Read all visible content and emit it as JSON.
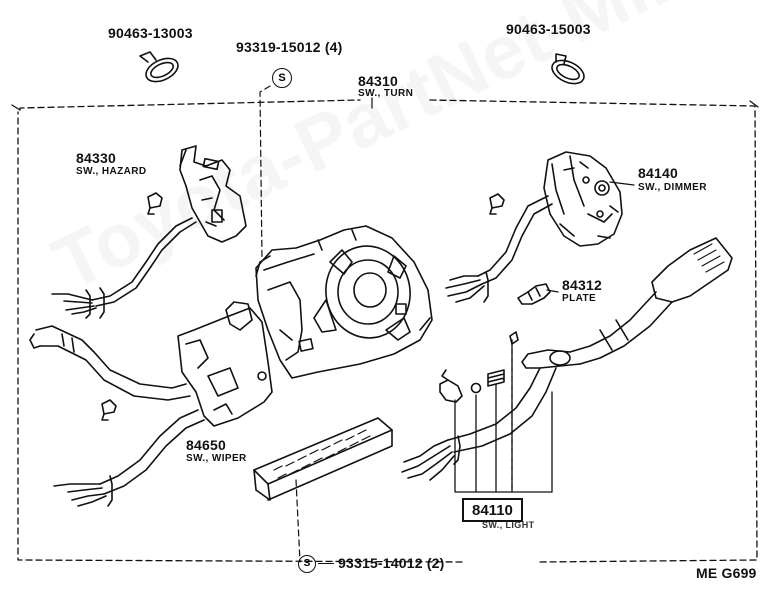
{
  "watermark": "Toyota-PartNet-Mir.ru",
  "labels": {
    "clamp_left": "90463-13003",
    "clamp_right": "90463-15003",
    "screw_top": "93319-15012 (4)",
    "screw_bottom": "93315-14012 (2)",
    "turn_num": "84310",
    "turn_desc": "SW., TURN",
    "hazard_num": "84330",
    "hazard_desc": "SW., HAZARD",
    "dimmer_num": "84140",
    "dimmer_desc": "SW., DIMMER",
    "plate_num": "84312",
    "plate_desc": "PLATE",
    "wiper_num": "84650",
    "wiper_desc": "SW., WIPER",
    "light_num": "84110",
    "light_desc": "SW., LIGHT",
    "s_mark": "S",
    "ref": "ME G699"
  }
}
